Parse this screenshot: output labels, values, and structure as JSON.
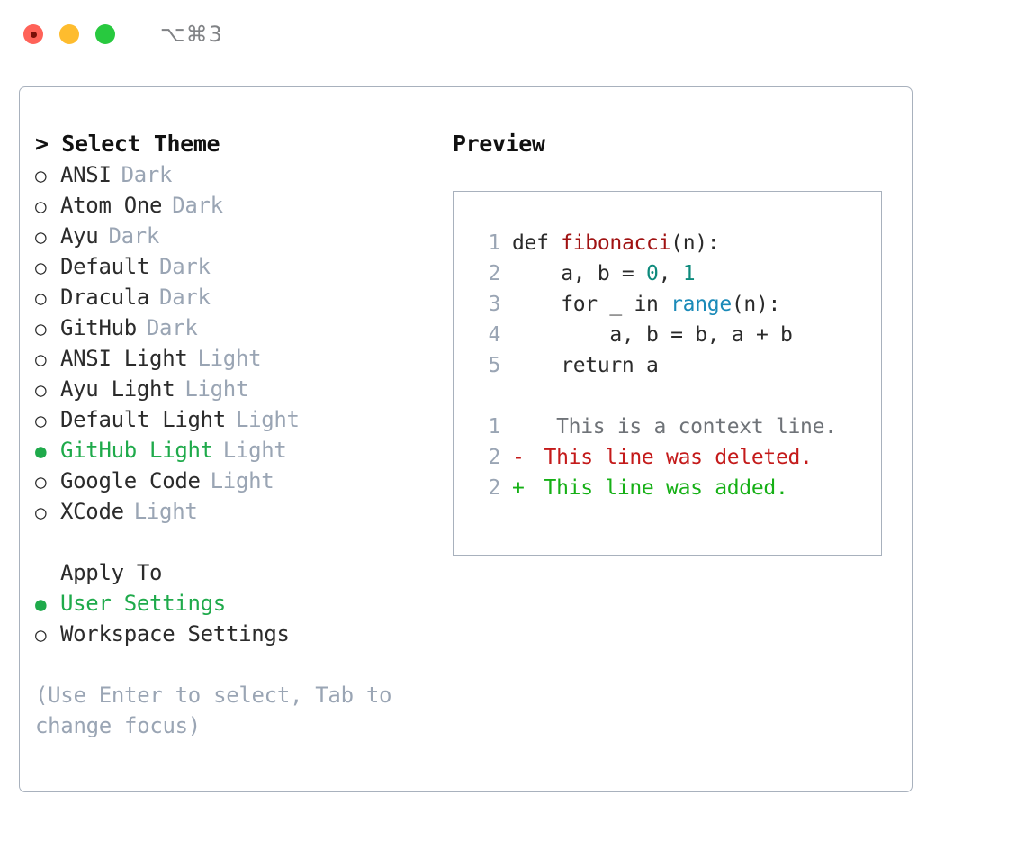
{
  "titlebar": {
    "shortcut": "⌥⌘3",
    "buttons": [
      {
        "name": "close",
        "color": "#ff6258"
      },
      {
        "name": "minimize",
        "color": "#febc2e"
      },
      {
        "name": "maximize",
        "color": "#28c93f"
      }
    ]
  },
  "theme_picker": {
    "header": "> Select Theme",
    "items": [
      {
        "label": "ANSI",
        "kind": "Dark",
        "selected": false
      },
      {
        "label": "Atom One",
        "kind": "Dark",
        "selected": false
      },
      {
        "label": "Ayu",
        "kind": "Dark",
        "selected": false
      },
      {
        "label": "Default",
        "kind": "Dark",
        "selected": false
      },
      {
        "label": "Dracula",
        "kind": "Dark",
        "selected": false
      },
      {
        "label": "GitHub",
        "kind": "Dark",
        "selected": false
      },
      {
        "label": "ANSI Light",
        "kind": "Light",
        "selected": false
      },
      {
        "label": "Ayu Light",
        "kind": "Light",
        "selected": false
      },
      {
        "label": "Default Light",
        "kind": "Light",
        "selected": false
      },
      {
        "label": "GitHub Light",
        "kind": "Light",
        "selected": true
      },
      {
        "label": "Google Code",
        "kind": "Light",
        "selected": false
      },
      {
        "label": "XCode",
        "kind": "Light",
        "selected": false
      }
    ]
  },
  "apply_to": {
    "header": "Apply To",
    "items": [
      {
        "label": "User Settings",
        "selected": true
      },
      {
        "label": "Workspace Settings",
        "selected": false
      }
    ]
  },
  "hint": "(Use Enter to select, Tab to change focus)",
  "markers": {
    "selected": "●",
    "unselected": "○",
    "diff_added": "+",
    "diff_removed": "-",
    "diff_context": " "
  },
  "preview": {
    "title": "Preview",
    "code_lines": [
      {
        "no": "1",
        "tokens": [
          {
            "t": "def ",
            "c": "plain"
          },
          {
            "t": "fibonacci",
            "c": "fn"
          },
          {
            "t": "(n):",
            "c": "plain"
          }
        ]
      },
      {
        "no": "2",
        "tokens": [
          {
            "t": "    a, b = ",
            "c": "plain"
          },
          {
            "t": "0",
            "c": "num"
          },
          {
            "t": ", ",
            "c": "plain"
          },
          {
            "t": "1",
            "c": "num"
          }
        ]
      },
      {
        "no": "3",
        "tokens": [
          {
            "t": "    for _ in ",
            "c": "plain"
          },
          {
            "t": "range",
            "c": "kw"
          },
          {
            "t": "(n):",
            "c": "plain"
          }
        ]
      },
      {
        "no": "4",
        "tokens": [
          {
            "t": "        a, b = b, a + b",
            "c": "plain"
          }
        ]
      },
      {
        "no": "5",
        "tokens": [
          {
            "t": "    return a",
            "c": "plain"
          }
        ]
      }
    ],
    "diff_lines": [
      {
        "no": "1",
        "marker": " ",
        "text": "  This is a context line.",
        "type": "context"
      },
      {
        "no": "2",
        "marker": "-",
        "text": " This line was deleted.",
        "type": "removed"
      },
      {
        "no": "2",
        "marker": "+",
        "text": " This line was added.",
        "type": "added"
      }
    ]
  },
  "colors": {
    "selection_green": "#1faa4b",
    "muted": "#9aa5b4",
    "border": "#a8b1bd",
    "function": "#a01212",
    "number": "#0d8a7c",
    "keyword": "#1a8ab8",
    "diff_added": "#16b016",
    "diff_removed": "#c41a1a"
  }
}
